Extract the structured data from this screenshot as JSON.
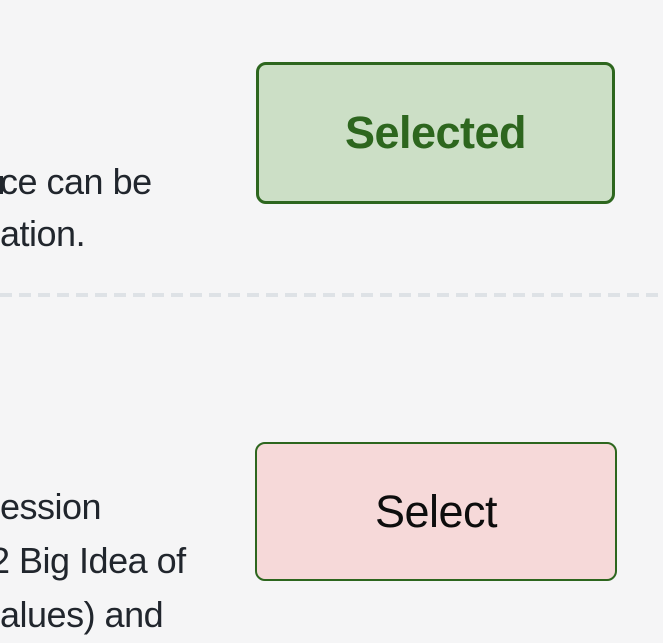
{
  "page": {
    "background_color": "#f5f5f6",
    "text_color": "#21262d"
  },
  "top_item": {
    "text_fragments": {
      "line1": "ce can be",
      "line2": "ation."
    },
    "button": {
      "label": "Selected",
      "state": "selected",
      "background_color": "#ccdfc6",
      "border_color": "#2d661e",
      "text_color": "#2d661e"
    }
  },
  "divider": {
    "style": "dashed",
    "color": "#dee2e6"
  },
  "bottom_item": {
    "text_fragments": {
      "line1": "ession",
      "line2": "2 Big Idea of",
      "line3": "alues) and"
    },
    "button": {
      "label": "Select",
      "state": "unselected",
      "background_color": "#f6d9d9",
      "border_color": "#2d661e",
      "text_color": "#0d0d0d"
    }
  }
}
